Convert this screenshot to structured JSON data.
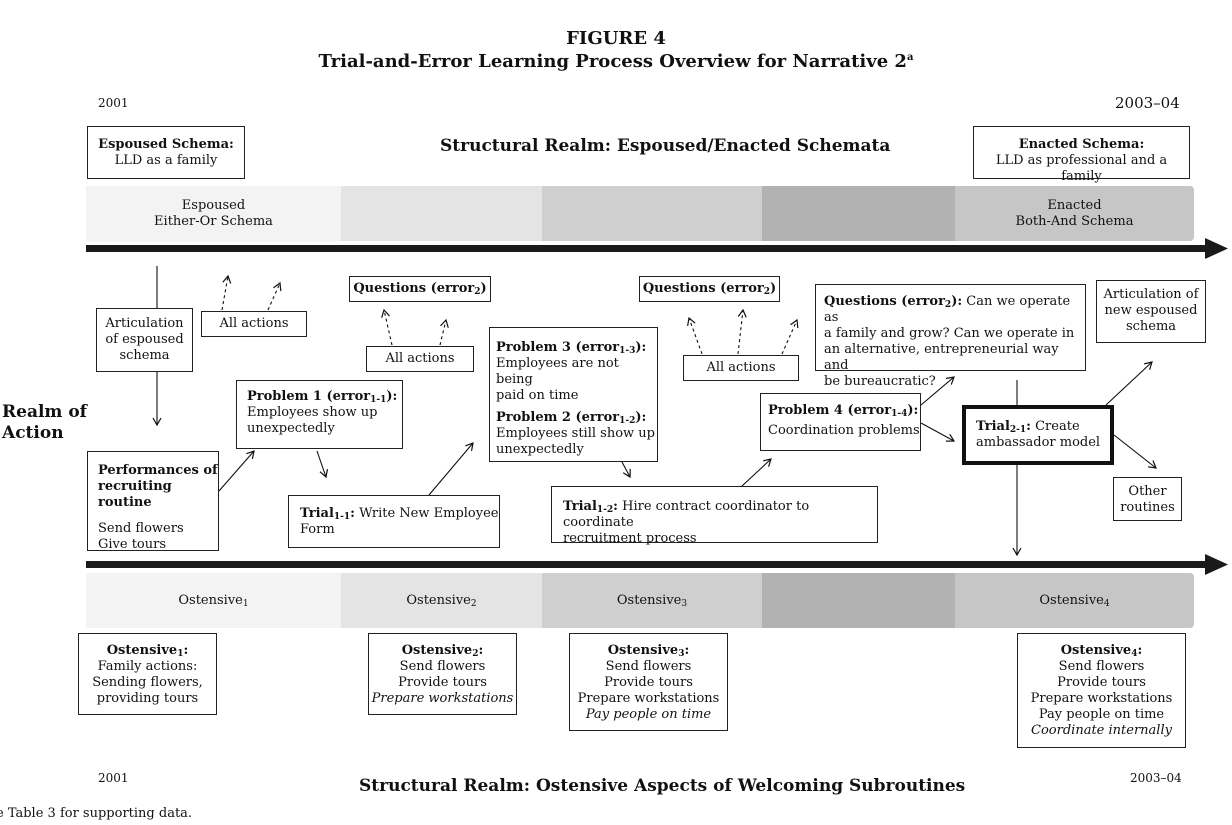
{
  "figure": {
    "label": "FIGURE 4",
    "title_main": "Trial-and-Error Learning Process Overview for Narrative 2",
    "title_sup": "a"
  },
  "timeline": {
    "start_top": "2001",
    "end_top": "2003–04",
    "start_bottom": "2001",
    "end_bottom": "2003–04"
  },
  "structural_top": {
    "title": "Structural Realm: Espoused/Enacted Schemata",
    "espoused_box": {
      "title": "Espoused Schema:",
      "text": "LLD  as a family"
    },
    "enacted_box": {
      "title": "Enacted Schema:",
      "text": "LLD as professional and a family"
    },
    "band_left": {
      "line1": "Espoused",
      "line2": "Either-Or Schema"
    },
    "band_right": {
      "line1": "Enacted",
      "line2": "Both-And Schema"
    }
  },
  "realm_of_action": {
    "line1": "Realm of",
    "line2": "Action"
  },
  "action": {
    "articulation_espoused": {
      "line1": "Articulation",
      "line2": "of espoused",
      "line3": "schema"
    },
    "all_actions_1": "All actions",
    "all_actions_2": "All actions",
    "all_actions_3": "All actions",
    "questions_1": {
      "label": "Questions (error",
      "sub": "2",
      "close": ")"
    },
    "questions_2": {
      "label": "Questions (error",
      "sub": "2",
      "close": ")"
    },
    "questions_3": {
      "label": "Questions (error",
      "sub": "2",
      "close": "):",
      "text_a": "Can we operate as",
      "text_b": "a family and grow? Can we operate in",
      "text_c": "an alternative, entrepreneurial way and",
      "text_d": "be bureaucratic?"
    },
    "performances": {
      "title1": "Performances of",
      "title2": "recruiting routine",
      "line1": "Send flowers",
      "line2": "Give tours"
    },
    "problem1": {
      "label": "Problem 1 (error",
      "sub": "1-1",
      "close": "):",
      "line1": "Employees show up",
      "line2": "unexpectedly"
    },
    "trial11": {
      "label": "Trial",
      "sub": "1-1",
      "close": ":",
      "text_a": "Write New Employee",
      "text_b": "Form"
    },
    "problem3": {
      "label": "Problem 3 (error",
      "sub": "1-3",
      "close": "):",
      "line1": "Employees are not being",
      "line2": "paid on time"
    },
    "problem2": {
      "label": "Problem 2 (error",
      "sub": "1-2",
      "close": "):",
      "line1": "Employees still show up",
      "line2": "unexpectedly"
    },
    "trial12": {
      "label": "Trial",
      "sub": "1-2",
      "close": ":",
      "text_a": "Hire contract coordinator to coordinate",
      "text_b": "recruitment process"
    },
    "problem4": {
      "label": "Problem 4 (error",
      "sub": "1-4",
      "close": "):",
      "line1": "Coordination problems"
    },
    "trial21": {
      "label": "Trial",
      "sub": "2-1",
      "close": ":",
      "text_a": "Create",
      "text_b": "ambassador model"
    },
    "articulation_new": {
      "line1": "Articulation of",
      "line2": "new espoused",
      "line3": "schema"
    },
    "other_routines": {
      "line1": "Other",
      "line2": "routines"
    }
  },
  "ostensive_bands": [
    {
      "label": "Ostensive",
      "sub": "1"
    },
    {
      "label": "Ostensive",
      "sub": "2"
    },
    {
      "label": "Ostensive",
      "sub": "3"
    },
    {
      "label": "Ostensive",
      "sub": "4"
    }
  ],
  "ostensive_boxes": {
    "o1": {
      "title": "Ostensive",
      "sub": "1",
      "close": ":",
      "line1": "Family actions:",
      "line2": "Sending flowers,",
      "line3": "providing tours"
    },
    "o2": {
      "title": "Ostensive",
      "sub": "2",
      "close": ":",
      "line1": "Send flowers",
      "line2": "Provide tours",
      "line3": "Prepare workstations"
    },
    "o3": {
      "title": "Ostensive",
      "sub": "3",
      "close": ":",
      "line1": "Send flowers",
      "line2": "Provide tours",
      "line3": "Prepare workstations",
      "line4": "Pay people on time"
    },
    "o4": {
      "title": "Ostensive",
      "sub": "4",
      "close": ":",
      "line1": "Send flowers",
      "line2": "Provide tours",
      "line3": "Prepare workstations",
      "line4": "Pay people on time",
      "line5": "Coordinate internally"
    }
  },
  "structural_bottom": {
    "title": "Structural Realm: Ostensive Aspects of Welcoming Subroutines"
  },
  "footnote": "e Table 3 for supporting data.",
  "colors": {
    "band1": "#f3f3f3",
    "band2": "#e4e4e5",
    "band3": "#cfcfd0",
    "band4": "#b2b2b3",
    "band5": "#c6c6c7",
    "axis": "#1a1a1a"
  }
}
